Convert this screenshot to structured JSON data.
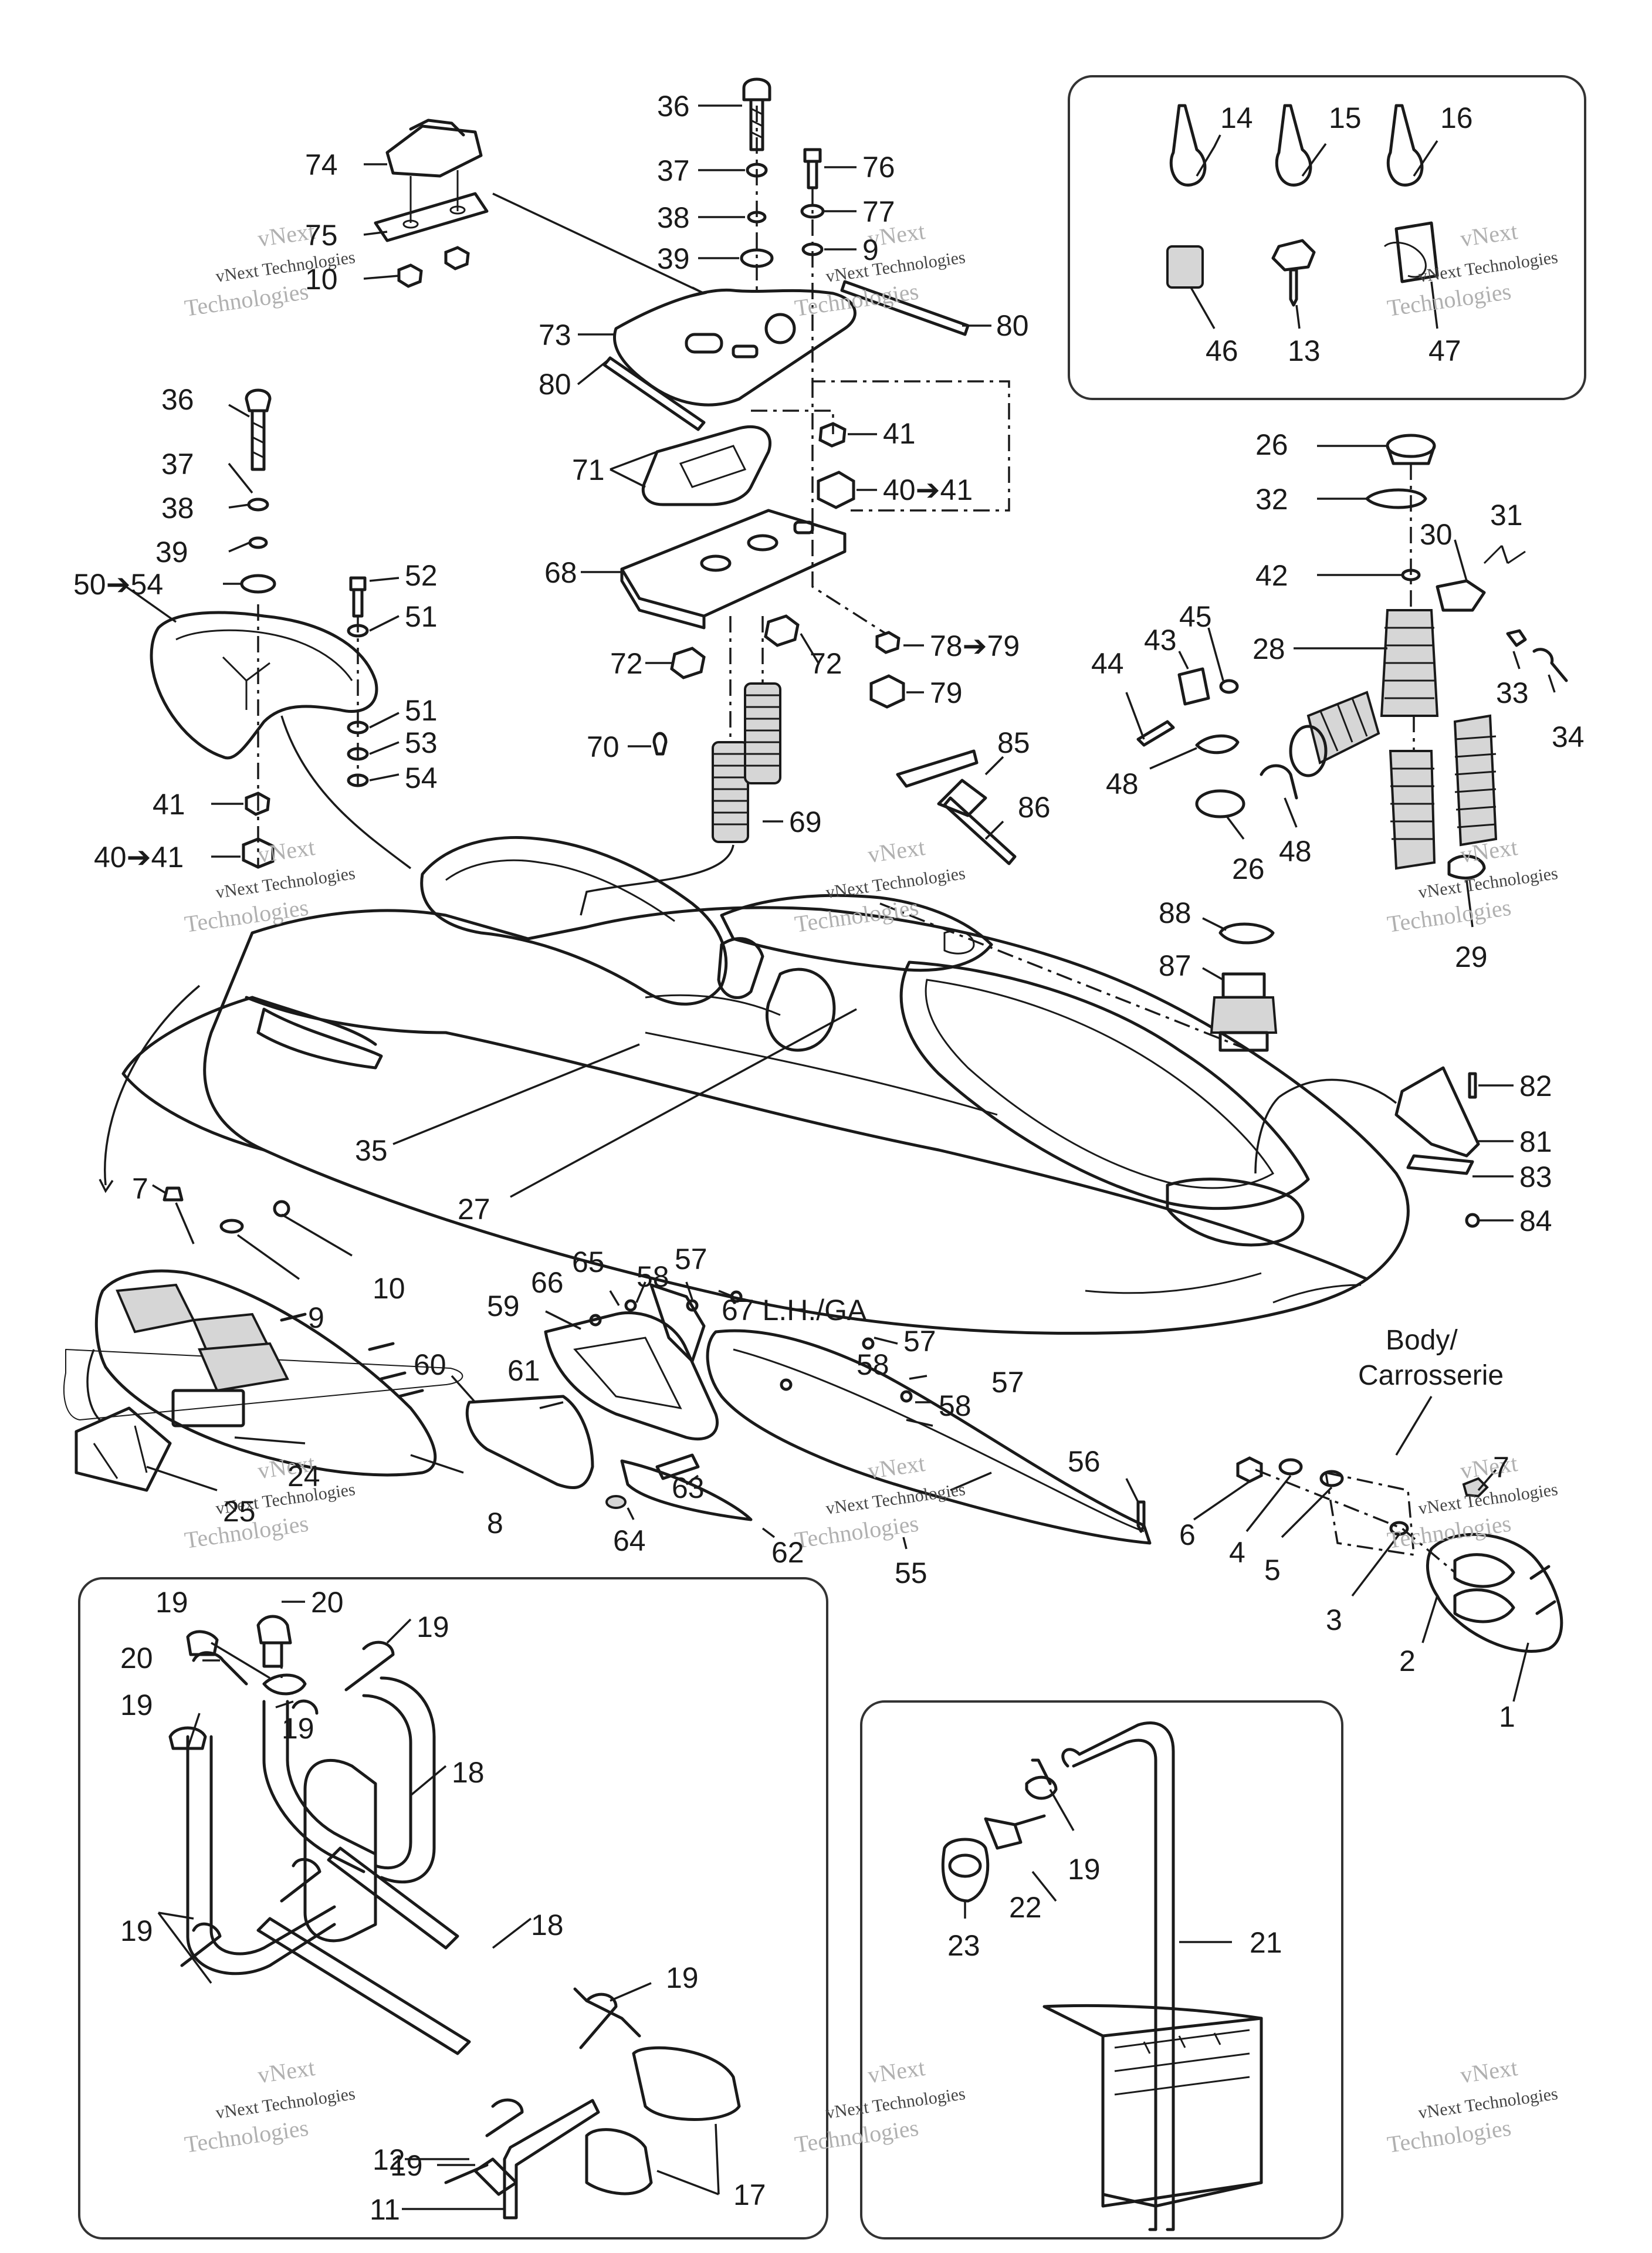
{
  "callouts": {
    "c1": "1",
    "c2": "2",
    "c3": "3",
    "c4": "4",
    "c5": "5",
    "c6": "6",
    "c7a": "7",
    "c7b": "7",
    "c8": "8",
    "c9a": "9",
    "c9b": "9",
    "c10a": "10",
    "c10b": "10",
    "c11": "11",
    "c12": "12",
    "c13": "13",
    "c14": "14",
    "c15": "15",
    "c16": "16",
    "c17": "17",
    "c18a": "18",
    "c18b": "18",
    "c19a": "19",
    "c19b": "19",
    "c19c": "19",
    "c19d": "19",
    "c19e": "19",
    "c19f": "19",
    "c19g": "19",
    "c19h": "19",
    "c20a": "20",
    "c20b": "20",
    "c21": "21",
    "c22": "22",
    "c23": "23",
    "c24": "24",
    "c25": "25",
    "c26a": "26",
    "c26b": "26",
    "c27": "27",
    "c28": "28",
    "c29": "29",
    "c30": "30",
    "c31": "31",
    "c32": "32",
    "c33": "33",
    "c34": "34",
    "c35": "35",
    "c36a": "36",
    "c36b": "36",
    "c37a": "37",
    "c37b": "37",
    "c38a": "38",
    "c38b": "38",
    "c39a": "39",
    "c39b": "39",
    "c40a": "40➔41",
    "c40b": "40➔41",
    "c41a": "41",
    "c41b": "41",
    "c42": "42",
    "c43": "43",
    "c44": "44",
    "c45": "45",
    "c46": "46",
    "c47": "47",
    "c48a": "48",
    "c48b": "48",
    "c50": "50➔54",
    "c51a": "51",
    "c51b": "51",
    "c52": "52",
    "c53": "53",
    "c54": "54",
    "c55": "55",
    "c56": "56",
    "c57a": "57",
    "c57b": "57",
    "c57c": "57",
    "c58a": "58",
    "c58b": "58",
    "c58c": "58",
    "c59": "59",
    "c60": "60",
    "c61": "61",
    "c62": "62",
    "c63": "63",
    "c64": "64",
    "c65": "65",
    "c66": "66",
    "c67": "67 L.H./GA",
    "c68": "68",
    "c69": "69",
    "c70": "70",
    "c71": "71",
    "c72a": "72",
    "c72b": "72",
    "c73": "73",
    "c74": "74",
    "c75": "75",
    "c76": "76",
    "c77": "77",
    "c78": "78➔79",
    "c79": "79",
    "c80a": "80",
    "c80b": "80",
    "c81": "81",
    "c82": "82",
    "c83": "83",
    "c84": "84",
    "c85": "85",
    "c86": "86",
    "c87": "87",
    "c88": "88"
  },
  "body_label": {
    "line1": "Body/",
    "line2": "Carrosserie"
  },
  "watermark": {
    "line1": "vNext",
    "line2": "vNext Technologies",
    "line3": "Technologies"
  }
}
